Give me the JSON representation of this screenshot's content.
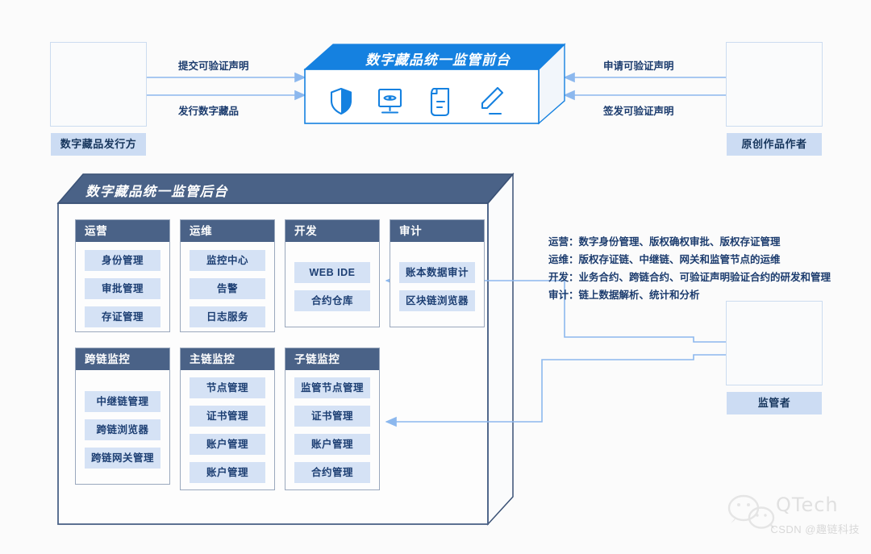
{
  "actors": {
    "issuer": {
      "label": "数字藏品发行方",
      "icon": "building-icon"
    },
    "author": {
      "label": "原创作品作者",
      "icon": "person-icon"
    },
    "regulator": {
      "label": "监管者",
      "icon": "government-building-icon"
    }
  },
  "frontend": {
    "title": "数字藏品统一监管前台",
    "icons": [
      "shield-icon",
      "monitor-eye-icon",
      "document-icon",
      "pencil-edit-icon"
    ]
  },
  "backend": {
    "title": "数字藏品统一监管后台",
    "row1": [
      {
        "title": "运营",
        "items": [
          "身份管理",
          "审批管理",
          "存证管理"
        ]
      },
      {
        "title": "运维",
        "items": [
          "监控中心",
          "告警",
          "日志服务"
        ]
      },
      {
        "title": "开发",
        "items": [
          "WEB IDE",
          "合约仓库"
        ]
      },
      {
        "title": "审计",
        "items": [
          "账本数据审计",
          "区块链浏览器"
        ]
      }
    ],
    "row2": [
      {
        "title": "跨链监控",
        "items": [
          "中继链管理",
          "跨链浏览器",
          "跨链网关管理"
        ]
      },
      {
        "title": "主链监控",
        "items": [
          "节点管理",
          "证书管理",
          "账户管理",
          "账户管理"
        ]
      },
      {
        "title": "子链监控",
        "items": [
          "监管节点管理",
          "证书管理",
          "账户管理",
          "合约管理"
        ]
      }
    ]
  },
  "edges": {
    "issuer_to_front_top": "提交可验证声明",
    "issuer_to_front_bottom": "发行数字藏品",
    "author_to_front_top": "申请可验证声明",
    "author_to_front_bottom": "签发可验证声明"
  },
  "notes": [
    "运营：数字身份管理、版权确权审批、版权存证管理",
    "运维：版权存证链、中继链、网关和监管节点的运维",
    "开发：业务合约、跨链合约、可验证声明验证合约的研发和管理",
    "审计：链上数据解析、统计和分析"
  ],
  "watermark": {
    "brand": "QTech",
    "sub": "CSDN @趣链科技"
  },
  "colors": {
    "accent_blue": "#1581e0",
    "arrow_blue": "#8cb8ee",
    "panel_header": "#4a6287",
    "chip_bg": "#d5e2f5",
    "text_navy": "#1c3c6e",
    "container_header": "#4a6287"
  }
}
